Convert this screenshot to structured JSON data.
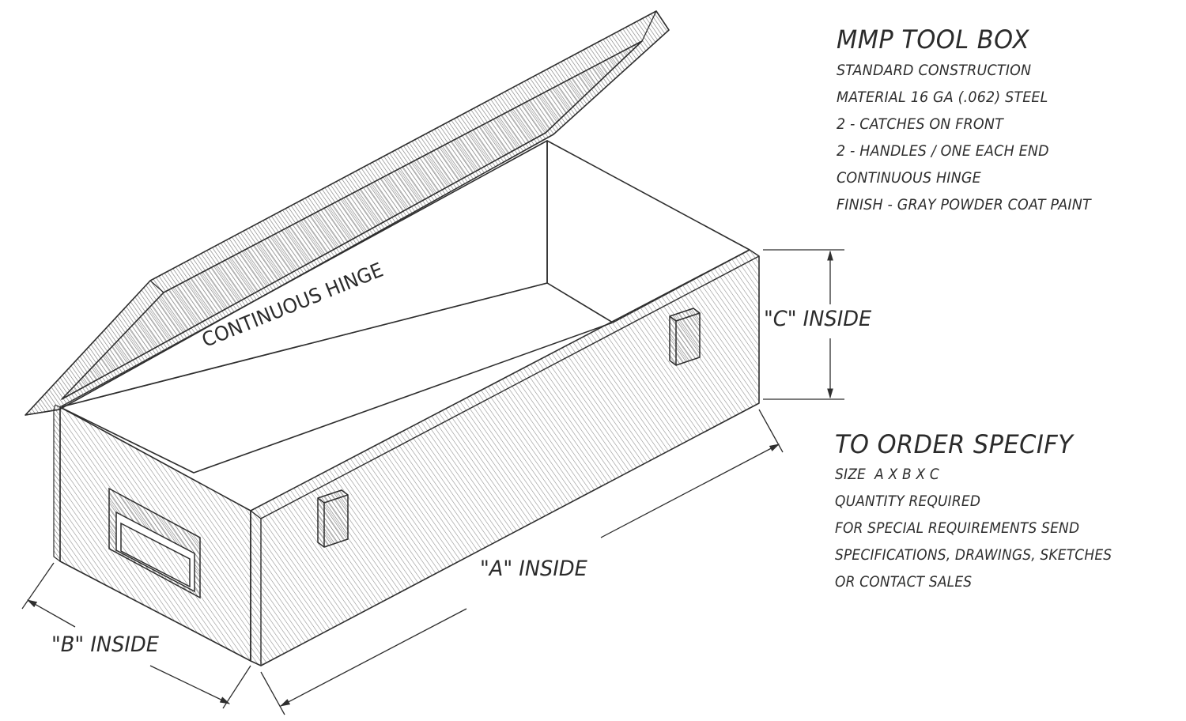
{
  "specs": {
    "title": "MMP TOOL BOX",
    "items": [
      "STANDARD CONSTRUCTION",
      "MATERIAL 16 GA (.062) STEEL",
      "2 - CATCHES ON FRONT",
      "2 - HANDLES / ONE EACH END",
      "CONTINUOUS HINGE",
      "FINISH - GRAY POWDER COAT PAINT"
    ]
  },
  "order": {
    "title": "TO ORDER SPECIFY",
    "items": [
      "SIZE  A X B X C",
      "QUANTITY REQUIRED",
      "FOR SPECIAL REQUIREMENTS SEND",
      "SPECIFICATIONS, DRAWINGS, SKETCHES",
      "OR CONTACT SALES"
    ]
  },
  "drawing": {
    "hinge_label": "CONTINUOUS HINGE",
    "dim_a": "\"A\" INSIDE",
    "dim_b": "\"B\" INSIDE",
    "dim_c": "\"C\" INSIDE"
  },
  "colors": {
    "line": "#2e2e2e",
    "hatch": "#8a8a8a",
    "background": "#ffffff"
  }
}
